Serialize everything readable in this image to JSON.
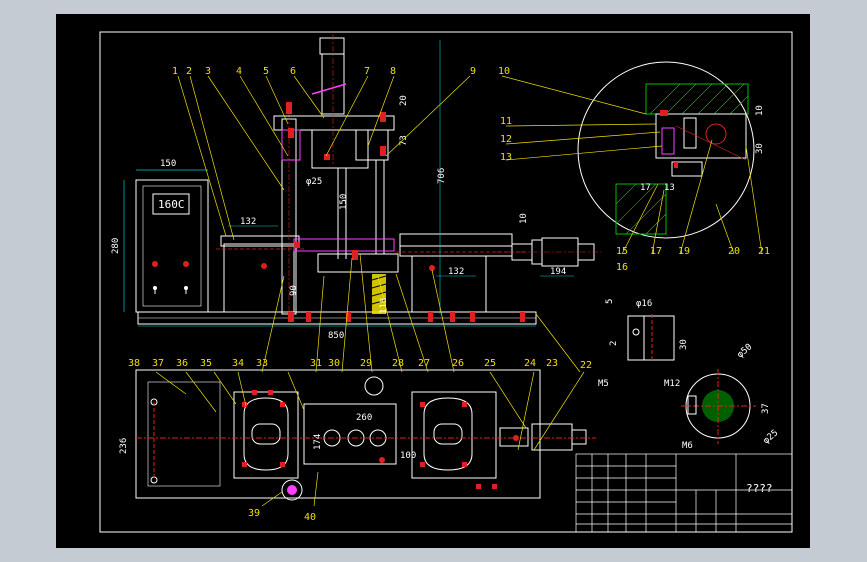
{
  "drawing": {
    "controller_label": "160C",
    "dims": {
      "d150": "150",
      "d280": "280",
      "d132a": "132",
      "d132b": "132",
      "d150v": "150",
      "d706": "706",
      "d20": "20",
      "d73": "73",
      "d25": "φ25",
      "d90": "90",
      "d850": "850",
      "d118": "118",
      "d194": "194",
      "d10": "10",
      "d260": "260",
      "d236": "236",
      "d100": "100",
      "d174": "174",
      "d16": "φ16",
      "d5": "5",
      "d2": "2",
      "d30a": "30",
      "d30b": "30",
      "d10b": "10",
      "m5": "M5",
      "m12": "M12",
      "m6": "M6",
      "d50": "φ50",
      "d37": "37",
      "d25b": "φ25",
      "d17": "17",
      "d13": "13"
    },
    "callouts": [
      "1",
      "2",
      "3",
      "4",
      "5",
      "6",
      "7",
      "8",
      "9",
      "10",
      "11",
      "12",
      "13",
      "15",
      "16",
      "17",
      "19",
      "20",
      "21",
      "22",
      "23",
      "24",
      "25",
      "26",
      "27",
      "28",
      "29",
      "30",
      "31",
      "33",
      "34",
      "35",
      "36",
      "37",
      "38",
      "39",
      "40"
    ],
    "title_block": {
      "title": "????"
    }
  }
}
